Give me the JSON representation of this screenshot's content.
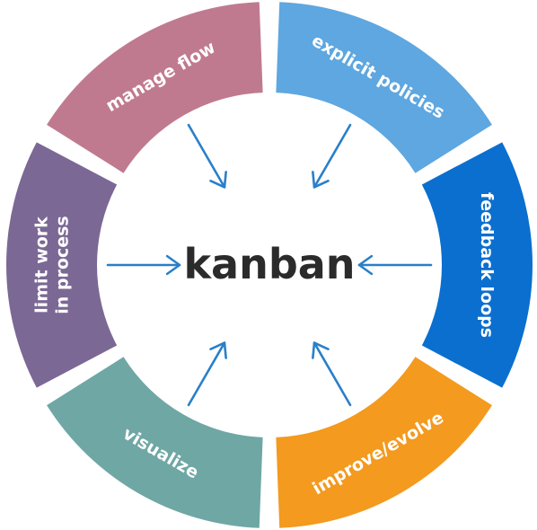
{
  "diagram": {
    "center": "kanban",
    "segments": [
      {
        "id": "limit-wip",
        "lines": [
          "limit work",
          "in process"
        ],
        "color": "#7b6895"
      },
      {
        "id": "manage-flow",
        "lines": [
          "manage flow"
        ],
        "color": "#c07a90"
      },
      {
        "id": "explicit-policies",
        "lines": [
          "explicit policies"
        ],
        "color": "#5ea7e0"
      },
      {
        "id": "feedback-loops",
        "lines": [
          "feedback loops"
        ],
        "color": "#0b6fcf"
      },
      {
        "id": "improve-evolve",
        "lines": [
          "improve/evolve"
        ],
        "color": "#f39a1f"
      },
      {
        "id": "visualize",
        "lines": [
          "visualize"
        ],
        "color": "#6fa7a5"
      }
    ],
    "arrow_color": "#2a7fc9"
  }
}
